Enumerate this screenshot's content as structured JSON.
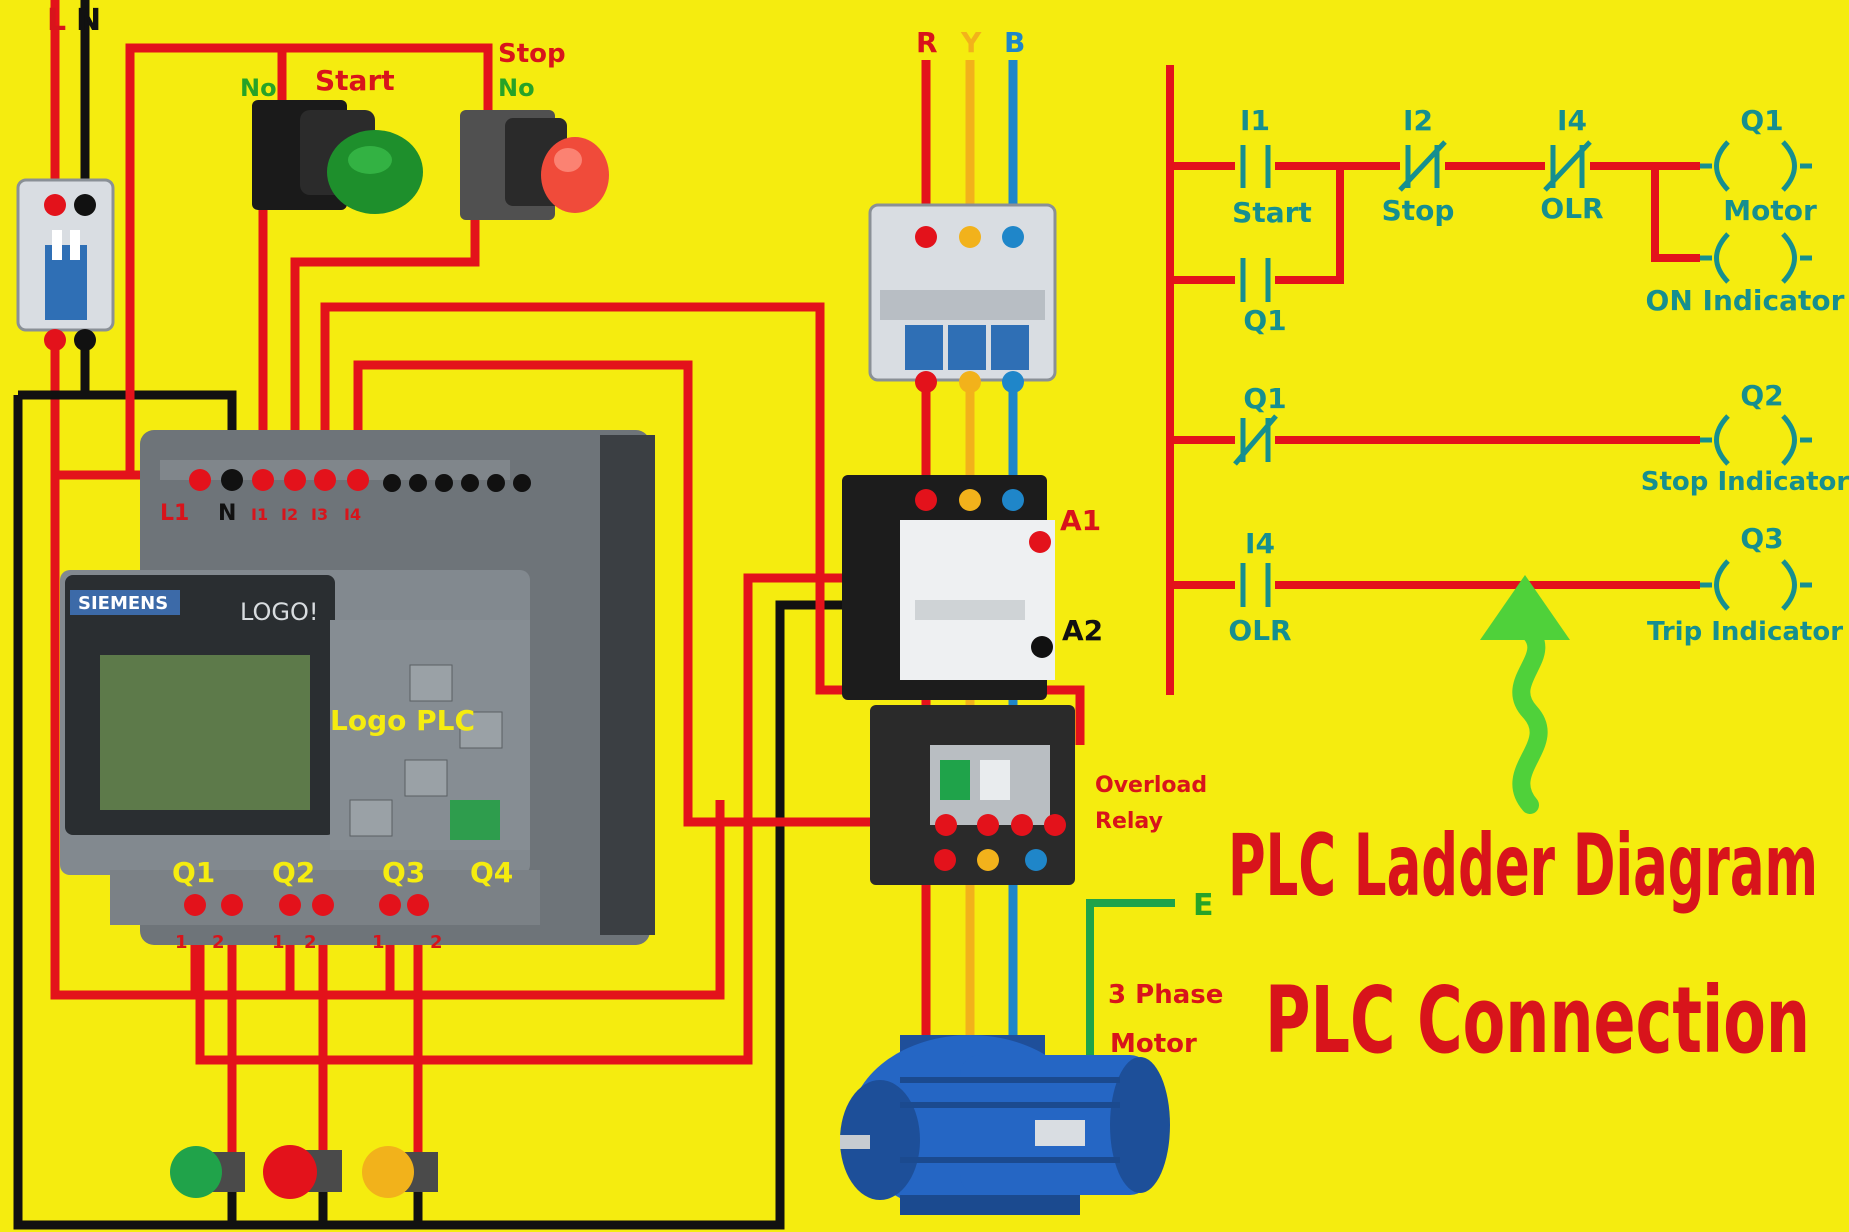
{
  "supply": {
    "line": "L",
    "neutral": "N"
  },
  "buttons": {
    "start_label": "Start",
    "start_contact": "No",
    "stop_label": "Stop",
    "stop_contact": "No"
  },
  "three_phase": {
    "r": "R",
    "y": "Y",
    "b": "B",
    "earth": "E"
  },
  "plc": {
    "brand": "SIEMENS",
    "model": "LOGO!",
    "caption": "Logo PLC",
    "input_terminals": [
      "L1",
      "N",
      "I1",
      "I2",
      "I3",
      "I4"
    ],
    "output_labels": [
      "Q1",
      "Q2",
      "Q3",
      "Q4"
    ],
    "output_terminal_pins": [
      "1",
      "2",
      "1",
      "2",
      "1",
      "2"
    ]
  },
  "contactor": {
    "a1": "A1",
    "a2": "A2"
  },
  "overload_relay": {
    "line1": "Overload",
    "line2": "Relay"
  },
  "motor": {
    "line1": "3 Phase",
    "line2": "Motor"
  },
  "ladder": {
    "rung1": {
      "contacts": [
        {
          "addr": "I1",
          "name": "Start"
        },
        {
          "addr": "I2",
          "name": "Stop"
        },
        {
          "addr": "I4",
          "name": "OLR"
        }
      ],
      "coil_addr": "Q1",
      "coil_name": "Motor",
      "seal_contact": "Q1",
      "coil2_name": "ON Indicator"
    },
    "rung2": {
      "contact": "Q1",
      "coil_addr": "Q2",
      "coil_name": "Stop Indicator"
    },
    "rung3": {
      "contact_addr": "I4",
      "contact_name": "OLR",
      "coil_addr": "Q3",
      "coil_name": "Trip Indicator"
    }
  },
  "title": {
    "line1": "PLC Ladder Diagram",
    "line2": "PLC Connection"
  },
  "colors": {
    "background": "#f5ec0f",
    "live_wire": "#e3121b",
    "neutral_wire": "#111111",
    "yellow_phase": "#f2b21b",
    "blue_phase": "#1f86c9",
    "earth_wire": "#1fa34a",
    "ladder_label": "#168f8f"
  }
}
